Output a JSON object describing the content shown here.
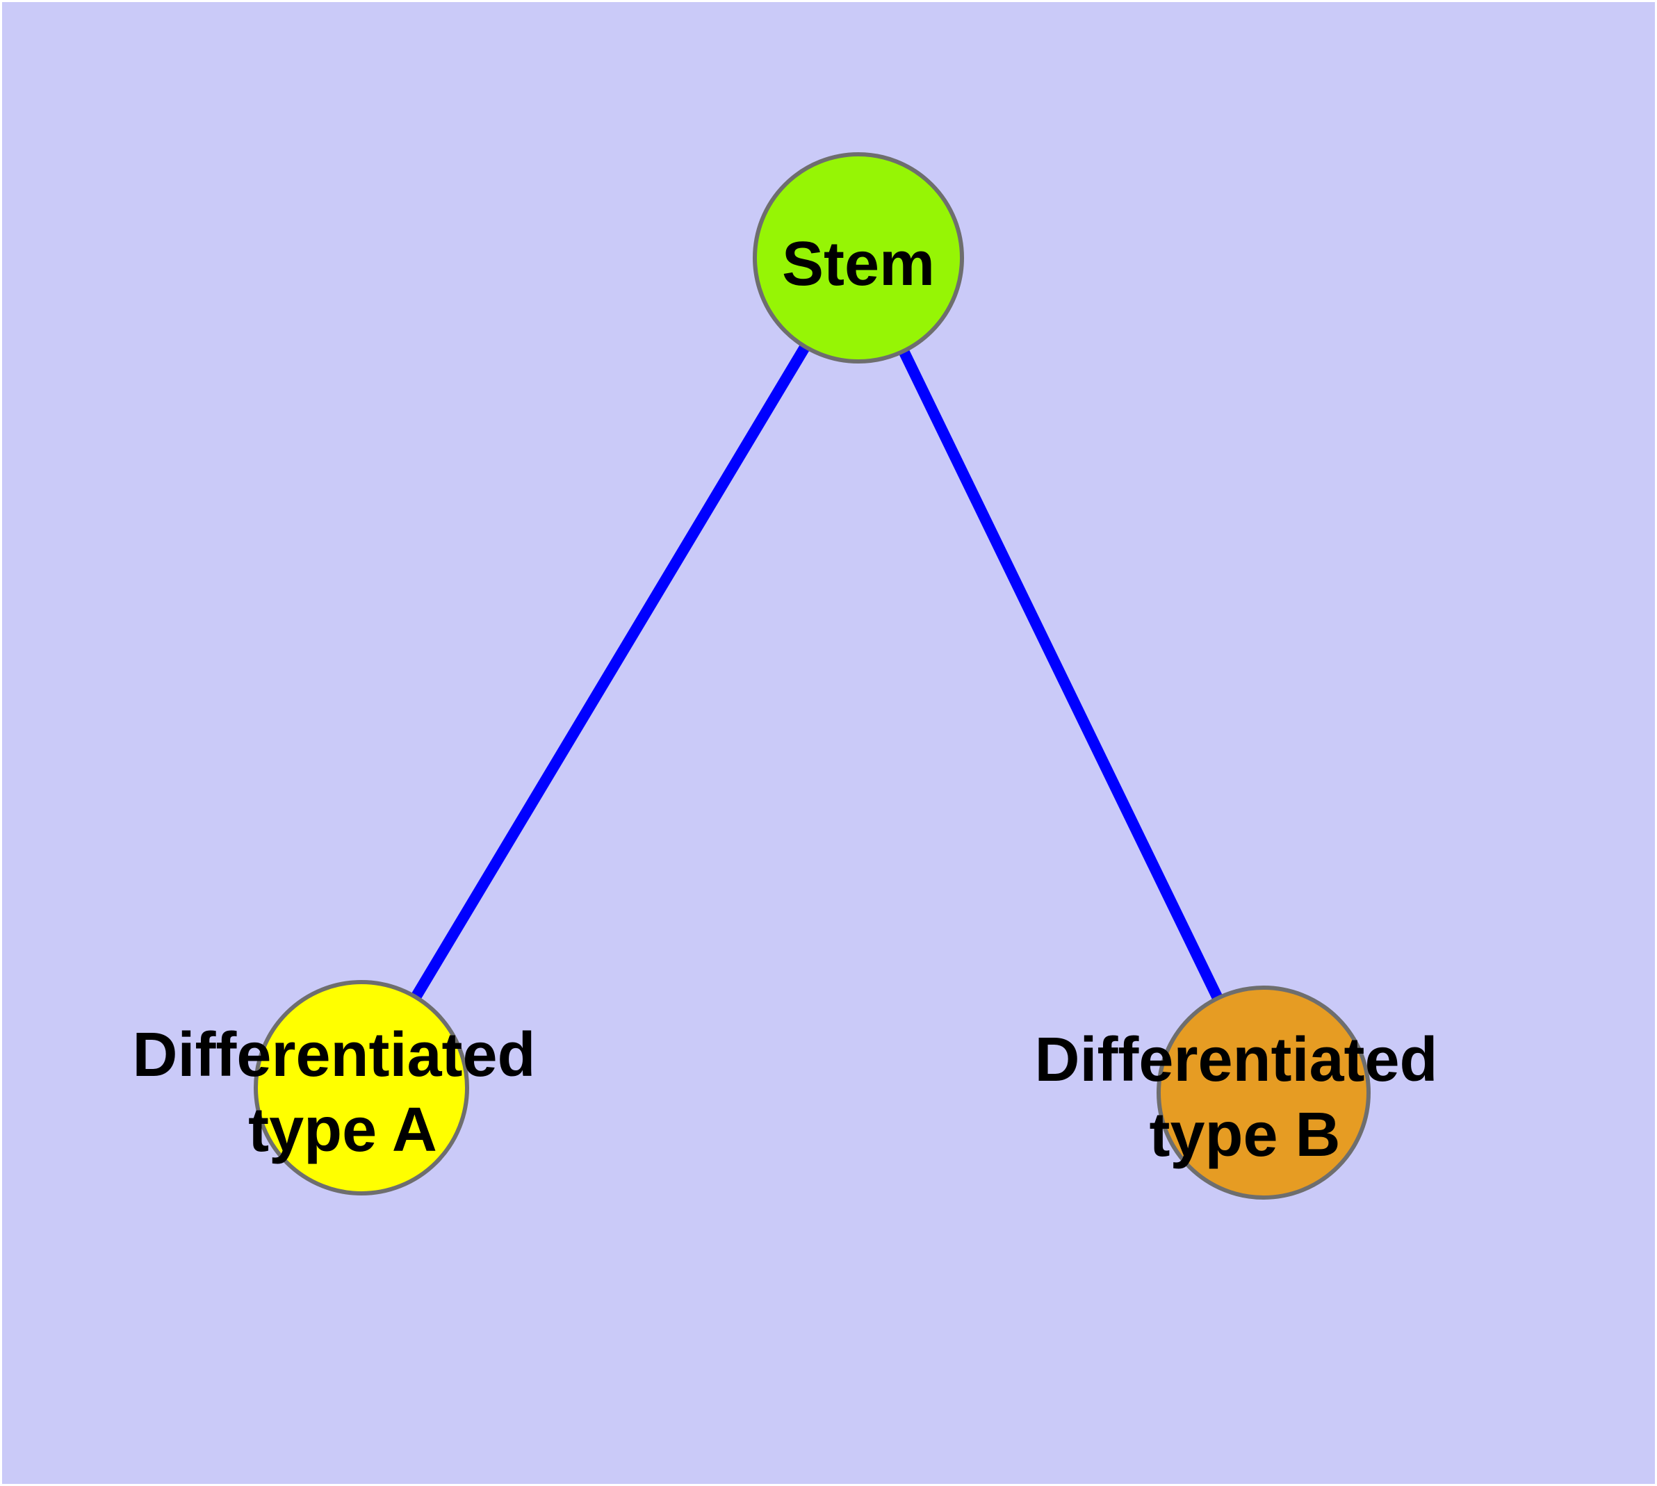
{
  "page": {
    "outer_background_color": "#FFFFFF"
  },
  "diagram": {
    "type": "node-link-graph",
    "description": "Stem cell differentiation tree: one stem node with two differentiated child nodes",
    "background_color": "#CACAF8",
    "edge_color": "#0000FF",
    "node_border_color": "#6E6E6E",
    "label_color": "#000000",
    "nodes": [
      {
        "id": "stem",
        "label": "Stem",
        "color": "#96F505"
      },
      {
        "id": "differentiated-type-a",
        "label": "Differentiated type A",
        "label_lines": [
          "Differentiated",
          "type A"
        ],
        "color": "#FFFF00"
      },
      {
        "id": "differentiated-type-b",
        "label": "Differentiated type B",
        "label_lines": [
          "Differentiated",
          "type B"
        ],
        "color": "#E69C23"
      }
    ],
    "edges": [
      {
        "from": "stem",
        "to": "differentiated-type-a"
      },
      {
        "from": "stem",
        "to": "differentiated-type-b"
      }
    ]
  }
}
